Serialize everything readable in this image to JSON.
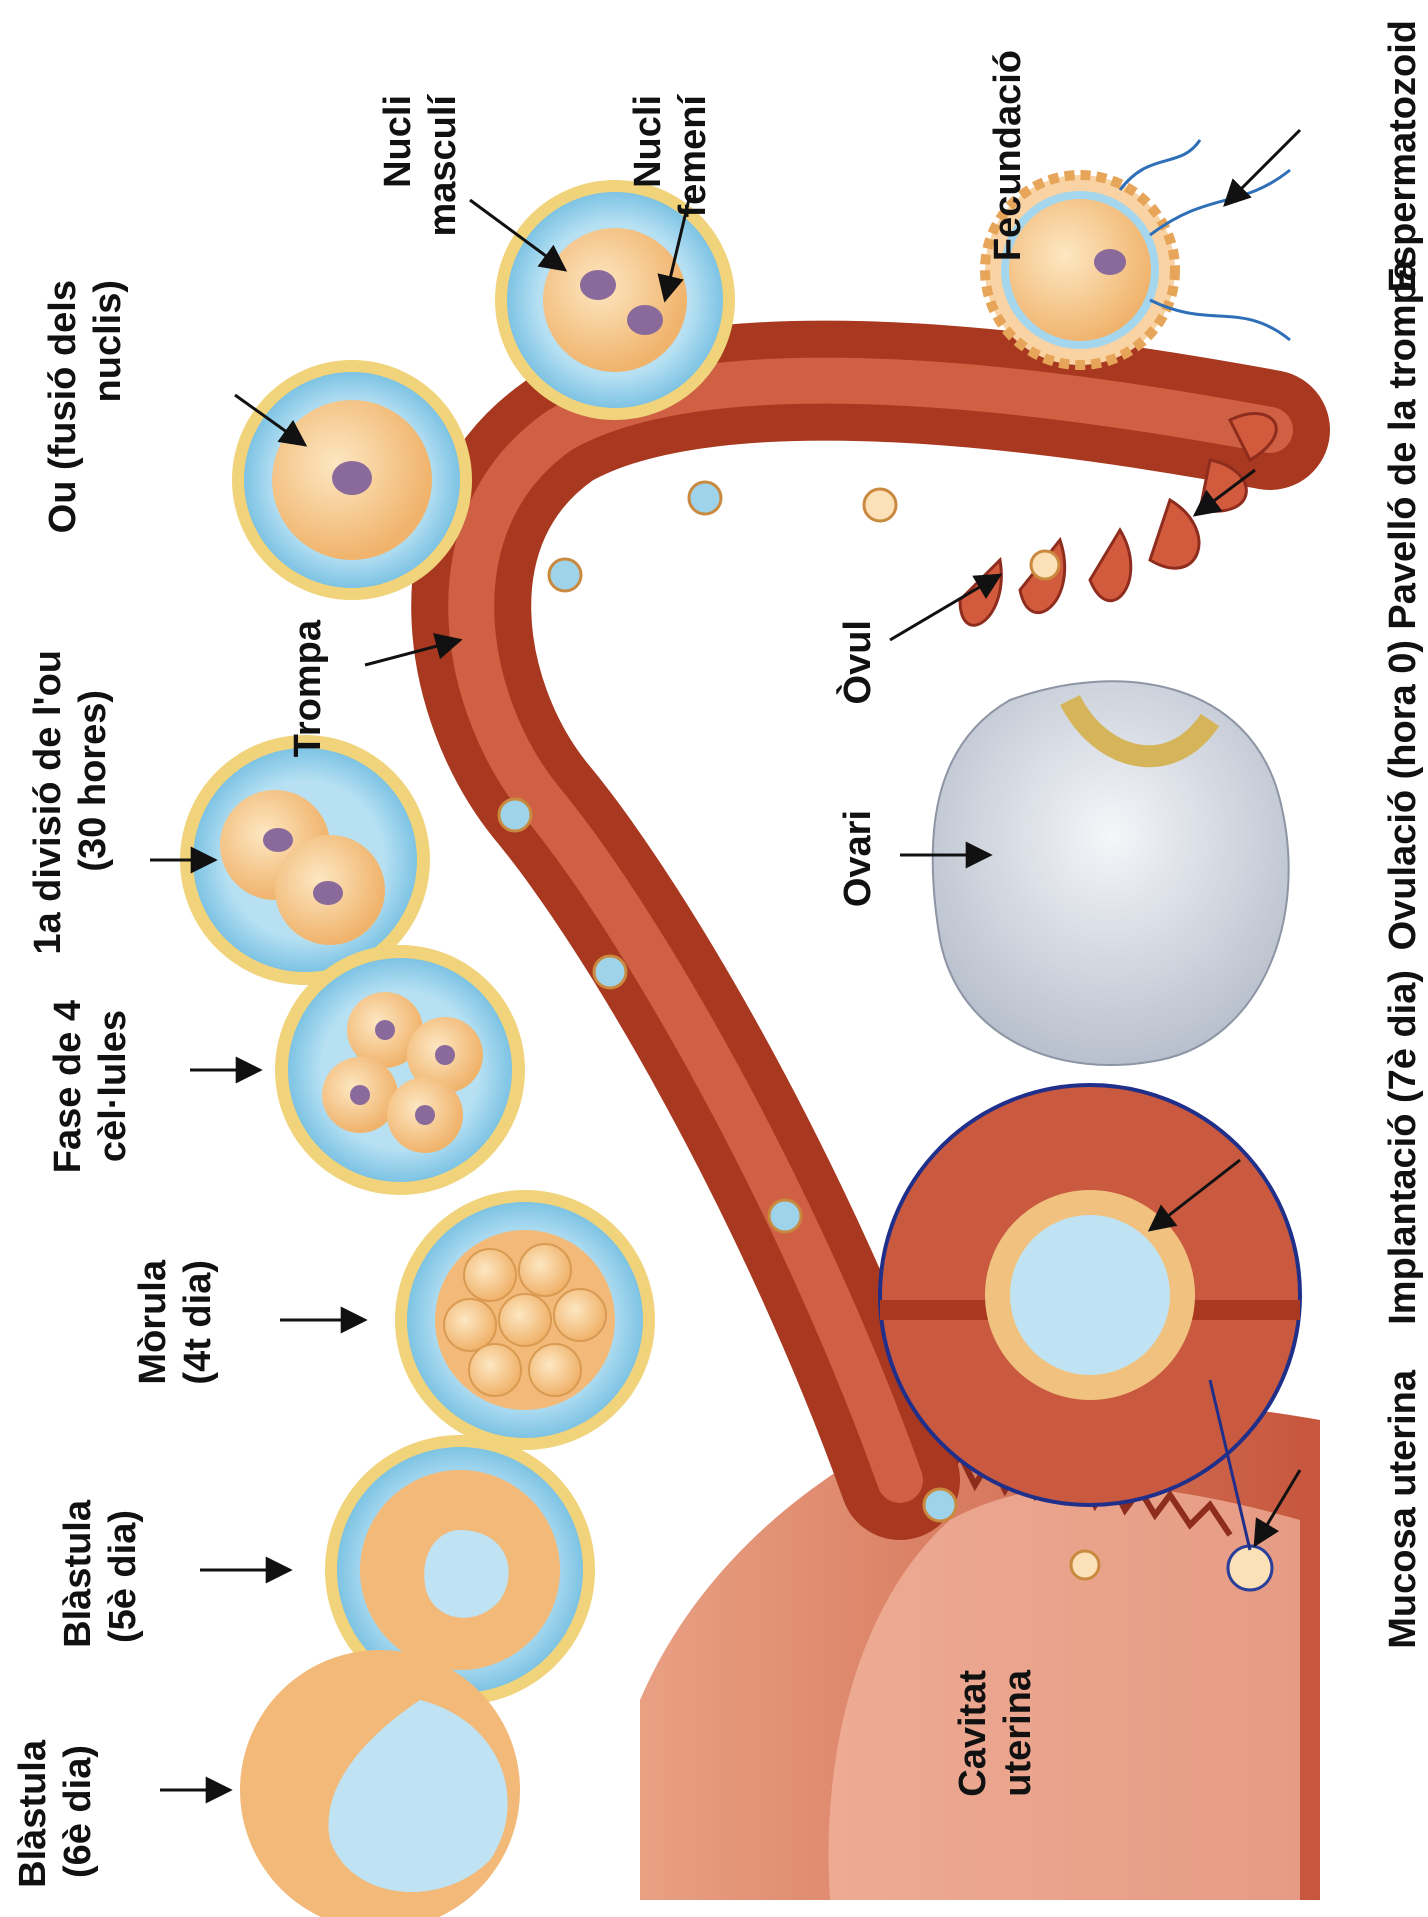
{
  "labels": {
    "espermatozoid": "Espermatozoid",
    "fecundacio": "Fecundació",
    "nucli_femeni_1": "Nucli",
    "nucli_femeni_2": "femení",
    "nucli_masculi_1": "Nucli",
    "nucli_masculi_2": "masculí",
    "ou_1": "Ou (fusió dels",
    "ou_2": "nuclis)",
    "trompa": "Trompa",
    "divisio_1": "1a divisió de l'ou",
    "divisio_2": "(30 hores)",
    "fase4_1": "Fase de 4",
    "fase4_2": "cèl·lules",
    "morula_1": "Mòrula",
    "morula_2": "(4t dia)",
    "blastula5_1": "Blàstula",
    "blastula5_2": "(5è dia)",
    "blastula6_1": "Blàstula",
    "blastula6_2": "(6è dia)",
    "cavitat_1": "Cavitat",
    "cavitat_2": "uterina",
    "pavello": "Pavelló de la trompa",
    "ovul": "Òvul",
    "ovari": "Ovari",
    "ovulacio": "Ovulació (hora 0)",
    "implantacio": "Implantació (7è dia)",
    "mucosa": "Mucosa uterina"
  },
  "colors": {
    "tube": "#b9452e",
    "tube_light": "#e8876a",
    "zona": "#9fd3ea",
    "cell": "#f7c98a",
    "nucleus": "#8a6a9a",
    "ovary": "#d9dde6"
  }
}
